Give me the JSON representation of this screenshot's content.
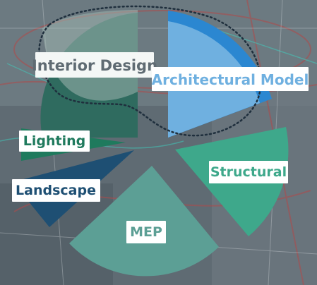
{
  "segments": [
    {
      "key": "interior",
      "label": "Interior Design",
      "color": "#2f6b5f",
      "text_color": "#e9f1ee"
    },
    {
      "key": "architectural",
      "label": "Architectural Model",
      "color": "#6fb0e0",
      "text_color": "#ffffff"
    },
    {
      "key": "structural",
      "label": "Structural",
      "color": "#3ea88b",
      "text_color": "#ffffff"
    },
    {
      "key": "mep",
      "label": "MEP",
      "color": "#5c9f95",
      "text_color": "#ffffff"
    },
    {
      "key": "landscape",
      "label": "Landscape",
      "color": "#1e4f73",
      "text_color": "#ffffff"
    },
    {
      "key": "lighting",
      "label": "Lighting",
      "color": "#1f7a5d",
      "text_color": "#ffffff"
    }
  ],
  "colors": {
    "background": "#5f6b73",
    "arch_rim": "#2b87d1",
    "interior_overlay": "#9fb5ae",
    "label_box": "#ffffff",
    "dotted_outline": "#1f2f3d"
  }
}
